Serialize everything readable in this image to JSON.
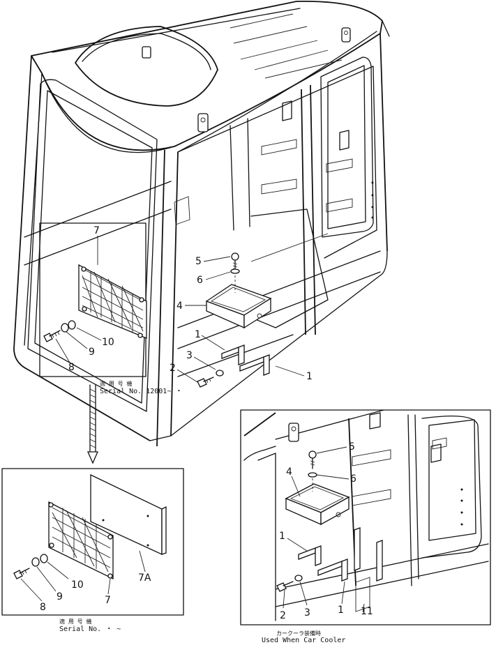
{
  "callouts": {
    "main_5": "5",
    "main_6": "6",
    "main_4": "4",
    "main_1a": "1",
    "main_3": "3",
    "main_2": "2",
    "main_1b": "1",
    "inset_7": "7",
    "inset_10": "10",
    "inset_9": "9",
    "inset_8": "8",
    "lower_7a": "7A",
    "lower_10": "10",
    "lower_9": "9",
    "lower_8": "8",
    "lower_7": "7",
    "right_5": "5",
    "right_4": "4",
    "right_6": "6",
    "right_1a": "1",
    "right_2": "2",
    "right_3": "3",
    "right_1b": "1",
    "right_11": "11"
  },
  "notes": {
    "serial_top_jp": "適 用 号 機",
    "serial_top": "Serial No. 12001~ ・",
    "serial_bottom_jp": "適 用 号 機",
    "serial_bottom": "Serial No.   ・ ~",
    "cooler_jp": "カークーラ装備時",
    "cooler": "Used When Car Cooler"
  }
}
